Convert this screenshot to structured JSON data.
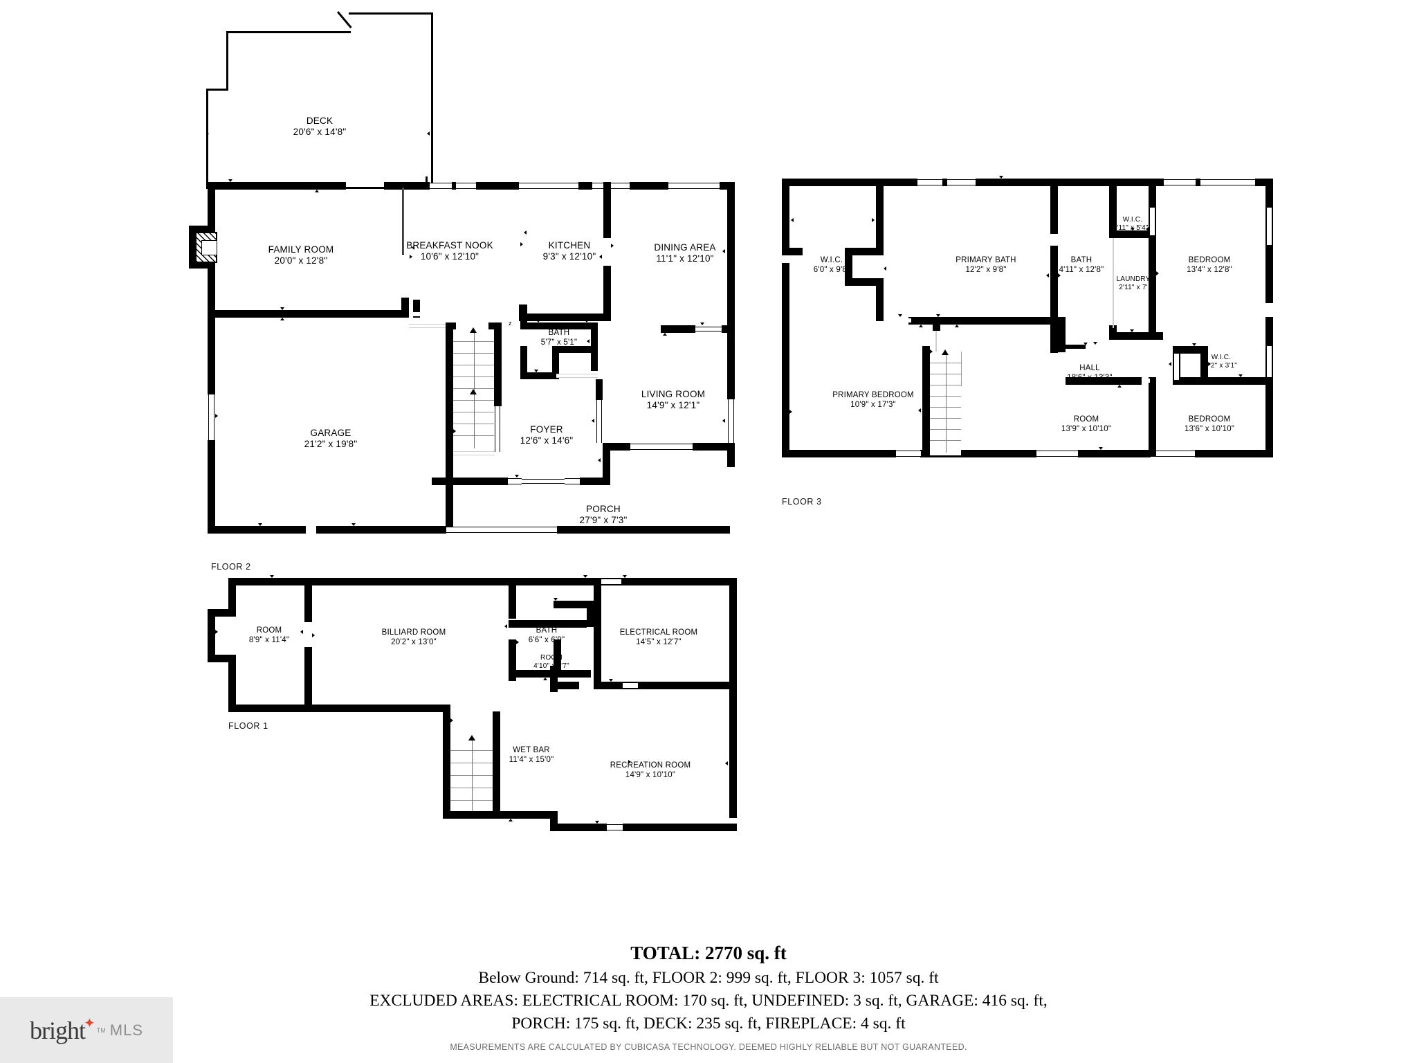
{
  "document": {
    "type": "real-estate-floor-plan",
    "floors": [
      {
        "caption": "FLOOR 2",
        "rooms": [
          {
            "name": "DECK",
            "dims": "20'6\" x 14'8\""
          },
          {
            "name": "FAMILY ROOM",
            "dims": "20'0\" x 12'8\""
          },
          {
            "name": "BREAKFAST NOOK",
            "dims": "10'6\" x 12'10\""
          },
          {
            "name": "KITCHEN",
            "dims": "9'3\" x 12'10\""
          },
          {
            "name": "DINING AREA",
            "dims": "11'1\" x 12'10\""
          },
          {
            "name": "BATH",
            "dims": "5'7\" x 5'1\""
          },
          {
            "name": "LIVING ROOM",
            "dims": "14'9\" x 12'1\""
          },
          {
            "name": "FOYER",
            "dims": "12'6\" x 14'6\""
          },
          {
            "name": "GARAGE",
            "dims": "21'2\" x 19'8\""
          },
          {
            "name": "PORCH",
            "dims": "27'9\" x 7'3\""
          }
        ]
      },
      {
        "caption": "FLOOR 3",
        "rooms": [
          {
            "name": "W.I.C.",
            "dims": "6'0\" x 9'8\""
          },
          {
            "name": "PRIMARY BATH",
            "dims": "12'2\" x 9'8\""
          },
          {
            "name": "BATH",
            "dims": "4'11\" x 12'8\""
          },
          {
            "name": "W.I.C.",
            "dims": "'11\" x 5'4\""
          },
          {
            "name": "LAUNDRY",
            "dims": "2'11\" x 7'"
          },
          {
            "name": "BEDROOM",
            "dims": "13'4\" x 12'8\""
          },
          {
            "name": "PRIMARY BEDROOM",
            "dims": "10'9\" x 17'3\""
          },
          {
            "name": "HALL",
            "dims": "18'6\" x 13'3\""
          },
          {
            "name": "W.I.C.",
            "dims": "7'2\" x 3'1\""
          },
          {
            "name": "ROOM",
            "dims": "13'9\" x 10'10\""
          },
          {
            "name": "BEDROOM",
            "dims": "13'6\" x 10'10\""
          }
        ]
      },
      {
        "caption": "FLOOR 1",
        "rooms": [
          {
            "name": "ROOM",
            "dims": "8'9\" x 11'4\""
          },
          {
            "name": "BILLIARD ROOM",
            "dims": "20'2\" x 13'0\""
          },
          {
            "name": "BATH",
            "dims": "6'6\" x 6'9\""
          },
          {
            "name": "ROOM",
            "dims": "4'10\" x 5'7\""
          },
          {
            "name": "ELECTRICAL ROOM",
            "dims": "14'5\" x 12'7\""
          },
          {
            "name": "WET BAR",
            "dims": "11'4\" x 15'0\""
          },
          {
            "name": "RECREATION ROOM",
            "dims": "14'9\" x 10'10\""
          }
        ]
      }
    ]
  },
  "footer": {
    "total": "TOTAL: 2770 sq. ft",
    "line1": "Below Ground: 714 sq. ft, FLOOR 2: 999 sq. ft, FLOOR 3: 1057 sq. ft",
    "line2": "EXCLUDED AREAS: ELECTRICAL ROOM: 170 sq. ft, UNDEFINED: 3 sq. ft, GARAGE: 416 sq. ft,",
    "line3": "PORCH: 175 sq. ft, DECK: 235 sq. ft, FIREPLACE: 4 sq. ft",
    "disclaimer": "MEASUREMENTS ARE CALCULATED BY CUBICASA TECHNOLOGY. DEEMED HIGHLY RELIABLE BUT NOT GUARANTEED."
  },
  "logo": {
    "brand": "bright",
    "suffix": "MLS",
    "tm": "TM",
    "accent": "#e8452c",
    "background": "#e9e9e9"
  }
}
